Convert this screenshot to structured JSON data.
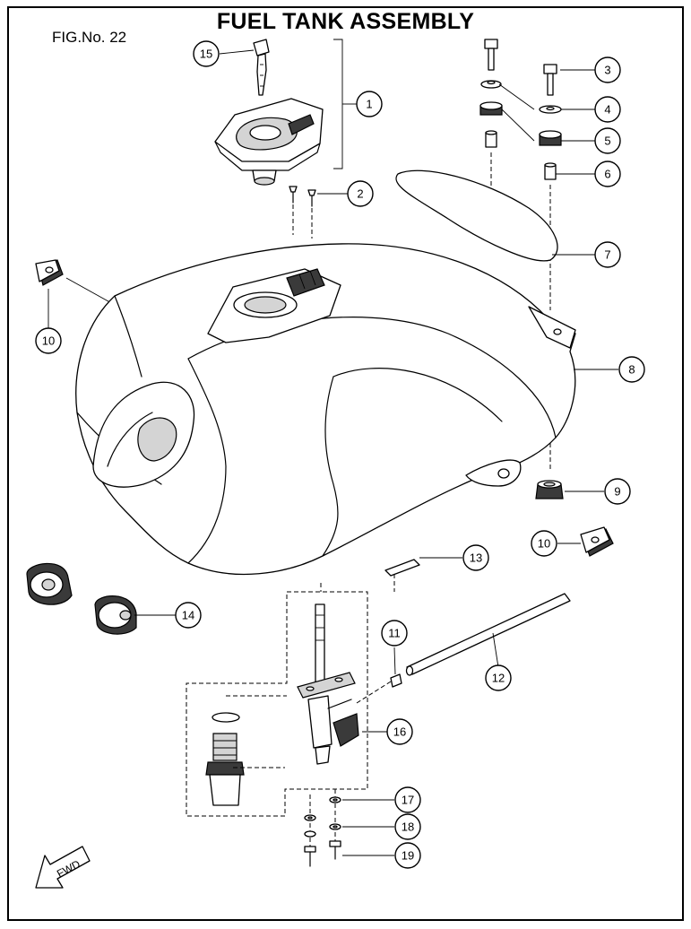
{
  "figure": {
    "title": "FUEL TANK ASSEMBLY",
    "number": "FIG.No. 22",
    "direction_marker": "FWD"
  },
  "callouts": [
    {
      "id": "1",
      "label": "1"
    },
    {
      "id": "2",
      "label": "2"
    },
    {
      "id": "3",
      "label": "3"
    },
    {
      "id": "4",
      "label": "4"
    },
    {
      "id": "5",
      "label": "5"
    },
    {
      "id": "6",
      "label": "6"
    },
    {
      "id": "7",
      "label": "7"
    },
    {
      "id": "8",
      "label": "8"
    },
    {
      "id": "9",
      "label": "9"
    },
    {
      "id": "10a",
      "label": "10"
    },
    {
      "id": "10b",
      "label": "10"
    },
    {
      "id": "11",
      "label": "11"
    },
    {
      "id": "12",
      "label": "12"
    },
    {
      "id": "13",
      "label": "13"
    },
    {
      "id": "14",
      "label": "14"
    },
    {
      "id": "15",
      "label": "15"
    },
    {
      "id": "16",
      "label": "16"
    },
    {
      "id": "17",
      "label": "17"
    },
    {
      "id": "18",
      "label": "18"
    },
    {
      "id": "19",
      "label": "19"
    }
  ]
}
